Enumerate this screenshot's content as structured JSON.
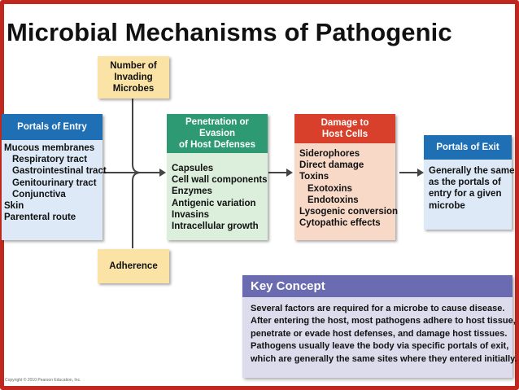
{
  "title": "Microbial Mechanisms of Pathogenic",
  "top_box": {
    "lines": [
      "Number of",
      "Invading",
      "Microbes"
    ]
  },
  "bottom_box": {
    "label": "Adherence"
  },
  "portals_of_entry": {
    "header": "Portals of Entry",
    "items": [
      "Mucous membranes",
      "Respiratory tract",
      "Gastrointestinal tract",
      "Genitourinary tract",
      "Conjunctiva",
      "Skin",
      "Parenteral route"
    ]
  },
  "penetration": {
    "header_lines": [
      "Penetration or",
      "Evasion",
      "of Host Defenses"
    ],
    "items": [
      "Capsules",
      "Cell wall components",
      "Enzymes",
      "Antigenic variation",
      "Invasins",
      "Intracellular growth"
    ]
  },
  "damage": {
    "header_lines": [
      "Damage to",
      "Host Cells"
    ],
    "items": [
      "Siderophores",
      "Direct damage",
      "Toxins",
      "Exotoxins",
      "Endotoxins",
      "Lysogenic conversion",
      "Cytopathic effects"
    ]
  },
  "portals_of_exit": {
    "header": "Portals of Exit",
    "lines": [
      "Generally the same",
      "as the portals of",
      "entry for a given",
      "microbe"
    ]
  },
  "key_concept": {
    "header": "Key Concept",
    "lines": [
      "Several factors are required for a microbe to cause disease.",
      "After entering the host, most pathogens adhere to host tissue,",
      "penetrate or evade host defenses, and damage host tissues.",
      "Pathogens usually leave the body via specific portals of exit,",
      "which are generally the same sites where they entered initially."
    ]
  },
  "copyright": "Copyright © 2010 Pearson Education, Inc.",
  "colors": {
    "frame": "#c0281f",
    "entry_header": "#1f6fb5",
    "entry_body": "#dde9f6",
    "penetration_header": "#2e9a74",
    "penetration_body": "#dcefdc",
    "damage_header": "#d9402c",
    "damage_body": "#f8d9c8",
    "exit_header": "#1f6fb5",
    "exit_body": "#dde9f6",
    "yellow": "#fbe3a6",
    "key_header": "#6a6bb0",
    "key_body": "#dcdcec"
  }
}
